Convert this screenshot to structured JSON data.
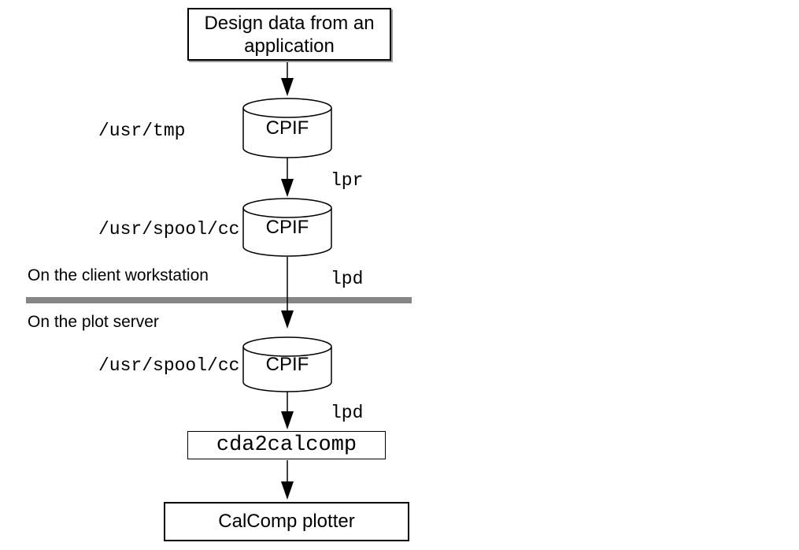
{
  "diagram": {
    "source_box": {
      "label": "Design data from an application"
    },
    "cylinders": [
      {
        "label": "CPIF",
        "path_label": "/usr/tmp"
      },
      {
        "label": "CPIF",
        "path_label": "/usr/spool/cc"
      },
      {
        "label": "CPIF",
        "path_label": "/usr/spool/cc"
      }
    ],
    "arrow_labels": {
      "lpr": "lpr",
      "lpd_client": "lpd",
      "lpd_server": "lpd"
    },
    "sections": {
      "client": "On the client workstation",
      "server": "On the plot server"
    },
    "process_box": {
      "label": "cda2calcomp"
    },
    "output_box": {
      "label": "CalComp plotter"
    },
    "colors": {
      "divider": "#868686",
      "stroke": "#000000",
      "fill": "#ffffff"
    }
  }
}
